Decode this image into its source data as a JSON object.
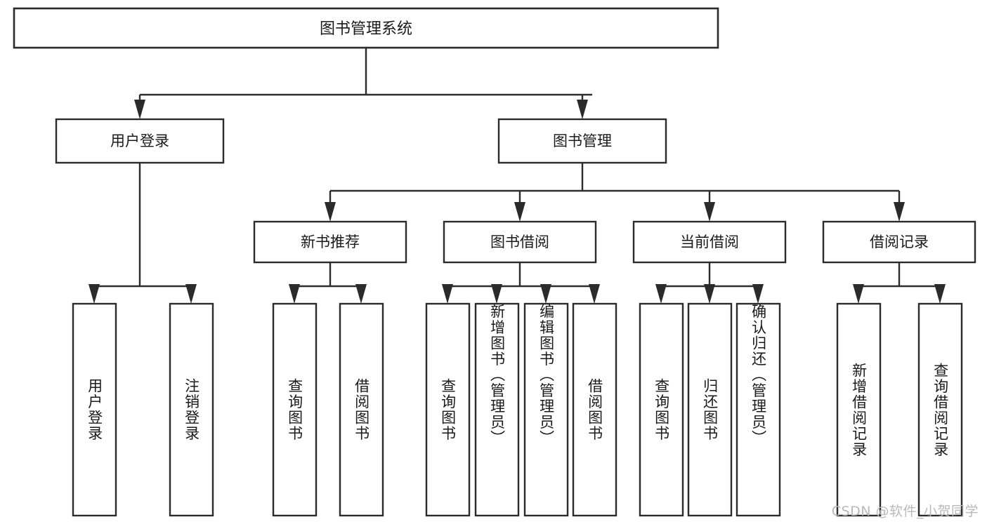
{
  "diagram": {
    "type": "tree",
    "title": "图书管理系统",
    "watermark": "CSDN @软件_小贺同学",
    "colors": {
      "stroke": "#2b2b2b",
      "fill": "#ffffff",
      "text": "#1a1a1a",
      "background": "#ffffff",
      "watermark": "#b9b9b9"
    },
    "levels": {
      "root": "图书管理系统",
      "level2": [
        "用户登录",
        "图书管理"
      ],
      "level3": [
        "新书推荐",
        "图书借阅",
        "当前借阅",
        "借阅记录"
      ]
    },
    "nodes": {
      "root": {
        "label": "图书管理系统"
      },
      "user_login": {
        "label": "用户登录"
      },
      "book_manage": {
        "label": "图书管理"
      },
      "new_book_rec": {
        "label": "新书推荐"
      },
      "book_borrow": {
        "label": "图书借阅"
      },
      "current_borrow": {
        "label": "当前借阅"
      },
      "borrow_record": {
        "label": "借阅记录"
      }
    },
    "leaves": {
      "user_login": [
        "用户登录",
        "注销登录"
      ],
      "new_book_rec": [
        "查询图书",
        "借阅图书"
      ],
      "book_borrow": [
        "查询图书",
        "新增图书（管理员）",
        "编辑图书（管理员）",
        "借阅图书"
      ],
      "current_borrow": [
        "查询图书",
        "归还图书",
        "确认归还（管理员）"
      ],
      "borrow_record": [
        "新增借阅记录",
        "查询借阅记录"
      ]
    },
    "edges": [
      {
        "from": "图书管理系统",
        "to": "用户登录"
      },
      {
        "from": "图书管理系统",
        "to": "图书管理"
      },
      {
        "from": "图书管理",
        "to": "新书推荐"
      },
      {
        "from": "图书管理",
        "to": "图书借阅"
      },
      {
        "from": "图书管理",
        "to": "当前借阅"
      },
      {
        "from": "图书管理",
        "to": "借阅记录"
      },
      {
        "from": "用户登录",
        "to": "用户登录"
      },
      {
        "from": "用户登录",
        "to": "注销登录"
      },
      {
        "from": "新书推荐",
        "to": "查询图书"
      },
      {
        "from": "新书推荐",
        "to": "借阅图书"
      },
      {
        "from": "图书借阅",
        "to": "查询图书"
      },
      {
        "from": "图书借阅",
        "to": "新增图书（管理员）"
      },
      {
        "from": "图书借阅",
        "to": "编辑图书（管理员）"
      },
      {
        "from": "图书借阅",
        "to": "借阅图书"
      },
      {
        "from": "当前借阅",
        "to": "查询图书"
      },
      {
        "from": "当前借阅",
        "to": "归还图书"
      },
      {
        "from": "当前借阅",
        "to": "确认归还（管理员）"
      },
      {
        "from": "借阅记录",
        "to": "新增借阅记录"
      },
      {
        "from": "借阅记录",
        "to": "查询借阅记录"
      }
    ]
  }
}
